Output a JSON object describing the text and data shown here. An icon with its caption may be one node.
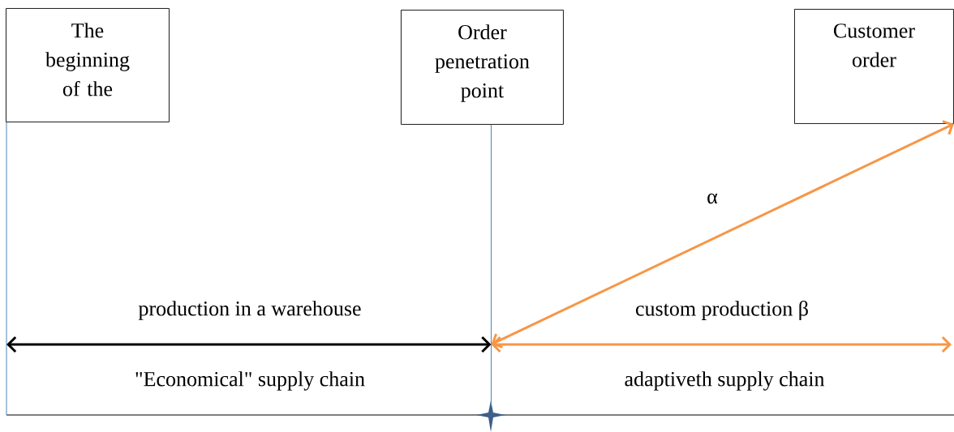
{
  "diagram": {
    "nodes": [
      {
        "text": [
          "The beginning of the"
        ]
      },
      {
        "text": [
          "Order penetration point"
        ]
      },
      {
        "text": [
          "Customer order"
        ]
      }
    ],
    "edges": [
      {
        "from": 0,
        "to": 1,
        "arrow": "both",
        "label": "production in a warehouse",
        "color": "#000000"
      },
      {
        "from": 1,
        "to": 2,
        "arrow": "both",
        "label": "α"
      },
      {
        "from": 1,
        "to": null,
        "arrow": "both",
        "label": "custom production β"
      }
    ],
    "labels": [
      "\"Economical\" supply chain",
      "adaptiveth supply chain"
    ]
  }
}
